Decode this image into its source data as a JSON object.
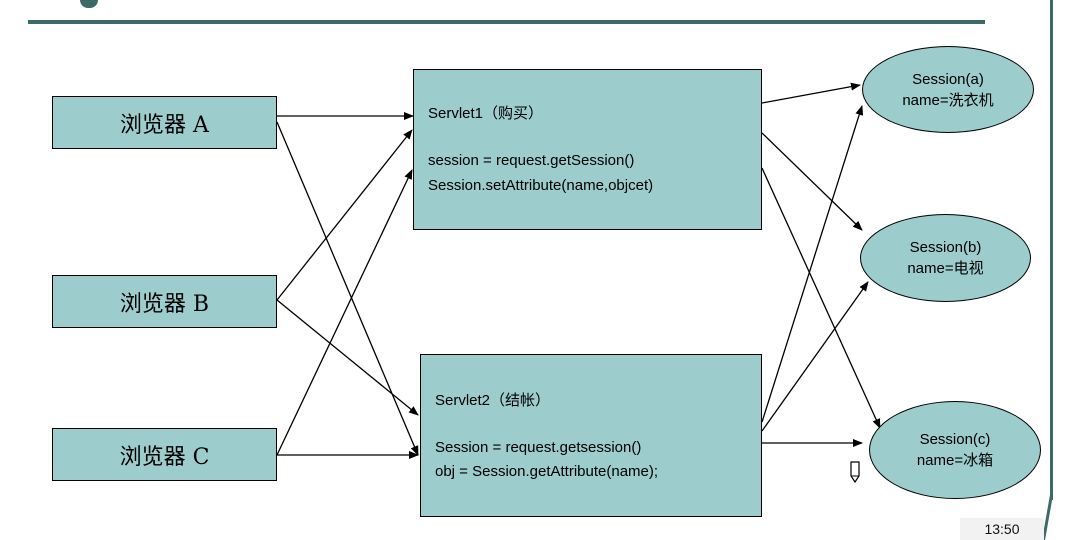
{
  "browsers": [
    {
      "label": "浏览器 A"
    },
    {
      "label": "浏览器 B"
    },
    {
      "label": "浏览器 C"
    }
  ],
  "servlets": [
    {
      "title": "Servlet1（购买）",
      "lines": [
        "session = request.getSession()",
        "Session.setAttribute(name,objcet)"
      ]
    },
    {
      "title": "Servlet2（结帐）",
      "lines": [
        "Session = request.getsession()",
        "obj = Session.getAttribute(name);"
      ]
    }
  ],
  "sessions": [
    {
      "id": "Session(a)",
      "name": "name=洗衣机"
    },
    {
      "id": "Session(b)",
      "name": "name=电视"
    },
    {
      "id": "Session(c)",
      "name": "name=冰箱"
    }
  ],
  "timestamp": "13:50",
  "colors": {
    "box_fill": "#9ccccb",
    "rule": "#3d6a66"
  }
}
